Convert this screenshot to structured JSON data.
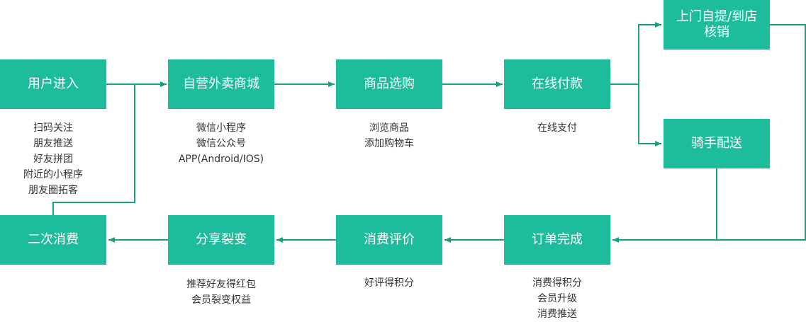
{
  "colors": {
    "box": "#1cbc9c",
    "line": "#1a9f80",
    "text": "#333333"
  },
  "steps": {
    "user_entry": "用户进入",
    "mall": "自营外卖商城",
    "browse": "商品选购",
    "pay": "在线付款",
    "pickup": "上门自提/到店\n核销",
    "delivery": "骑手配送",
    "order_done": "订单完成",
    "review": "消费评价",
    "share": "分享裂变",
    "repeat": "二次消费"
  },
  "notes": {
    "user_entry": [
      "扫码关注",
      "朋友推送",
      "好友拼团",
      "附近的小程序",
      "朋友圈拓客"
    ],
    "mall": [
      "微信小程序",
      "微信公众号",
      "APP(Android/IOS)"
    ],
    "browse": [
      "浏览商品",
      "添加购物车"
    ],
    "pay": [
      "在线支付"
    ],
    "order_done": [
      "消费得积分",
      "会员升级",
      "消费推送"
    ],
    "review": [
      "好评得积分"
    ],
    "share": [
      "推荐好友得红包",
      "会员裂变权益"
    ]
  }
}
